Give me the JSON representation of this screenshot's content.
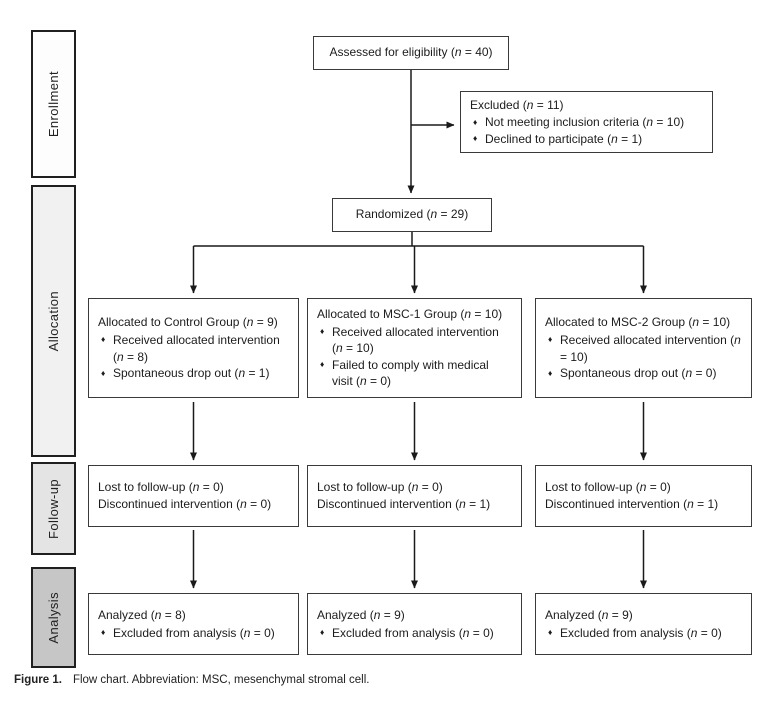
{
  "ui": {
    "bullet": "♦"
  },
  "colors": {
    "box_border": "#3a3a3a",
    "stage_border": "#1f1f1f",
    "arrow": "#1a1a1a",
    "stage_enrollment_bg": "#fdfdfd",
    "stage_allocation_bg": "#f1f1f1",
    "stage_followup_bg": "#e4e4e4",
    "stage_analysis_bg": "#c6c6c6"
  },
  "stages": [
    {
      "label": "Enrollment"
    },
    {
      "label": "Allocation"
    },
    {
      "label": "Follow-up"
    },
    {
      "label": "Analysis"
    }
  ],
  "boxes": {
    "assessed": {
      "text": "Assessed for eligibility (n = 40)"
    },
    "excluded": {
      "title": "Excluded (n = 11)",
      "bullets": [
        "Not meeting inclusion criteria (n = 10)",
        "Declined to participate (n = 1)"
      ]
    },
    "randomized": {
      "text": "Randomized (n = 29)"
    },
    "allocated_control": {
      "title": "Allocated to Control Group (n = 9)",
      "bullets": [
        "Received allocated intervention (n = 8)",
        "Spontaneous drop out (n = 1)"
      ]
    },
    "allocated_msc1": {
      "title": "Allocated to MSC-1 Group (n = 10)",
      "bullets": [
        "Received allocated intervention (n = 10)",
        "Failed to comply with medical visit (n = 0)"
      ]
    },
    "allocated_msc2": {
      "title": "Allocated to MSC-2 Group (n = 10)",
      "bullets": [
        "Received allocated intervention (n = 10)",
        "Spontaneous drop out (n = 0)"
      ]
    },
    "followup_control": {
      "lines": [
        "Lost to follow-up (n = 0)",
        "Discontinued intervention (n = 0)"
      ]
    },
    "followup_msc1": {
      "lines": [
        "Lost to follow-up (n = 0)",
        "Discontinued intervention (n = 1)"
      ]
    },
    "followup_msc2": {
      "lines": [
        "Lost to follow-up (n = 0)",
        "Discontinued intervention (n = 1)"
      ]
    },
    "analysis_control": {
      "title": "Analyzed (n = 8)",
      "bullets": [
        "Excluded from analysis (n = 0)"
      ]
    },
    "analysis_msc1": {
      "title": "Analyzed (n = 9)",
      "bullets": [
        "Excluded from analysis (n = 0)"
      ]
    },
    "analysis_msc2": {
      "title": "Analyzed (n = 9)",
      "bullets": [
        "Excluded from analysis (n = 0)"
      ]
    }
  },
  "caption": {
    "label": "Figure 1.",
    "text": "Flow chart. Abbreviation: MSC, mesenchymal stromal cell."
  }
}
